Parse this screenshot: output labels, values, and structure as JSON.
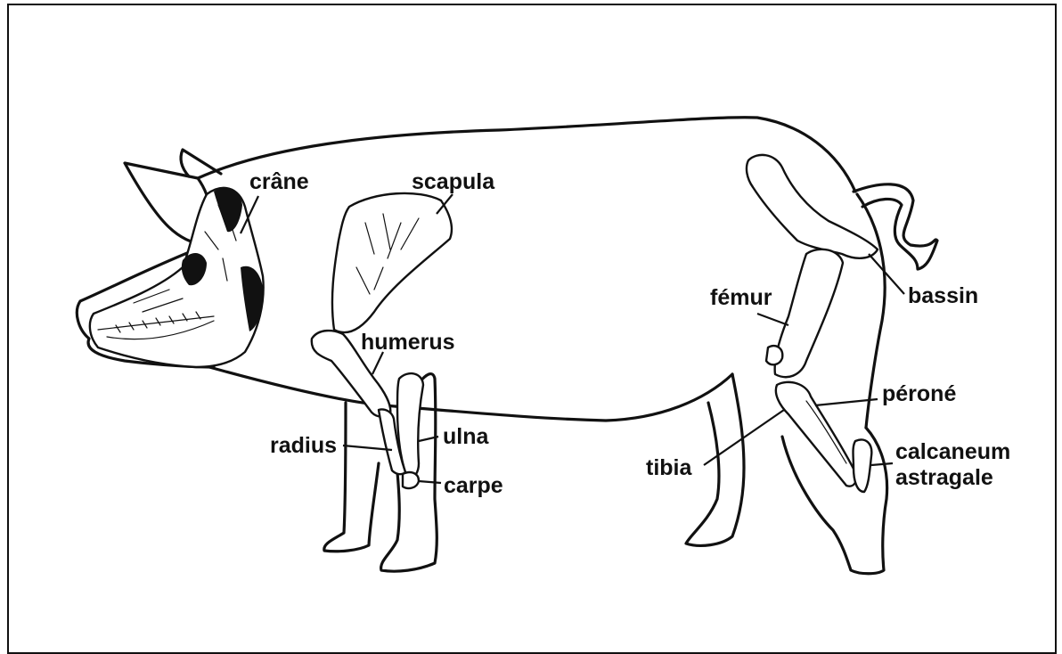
{
  "labels": {
    "crane": "crâne",
    "scapula": "scapula",
    "humerus": "humerus",
    "radius": "radius",
    "ulna": "ulna",
    "carpe": "carpe",
    "femur": "fémur",
    "bassin": "bassin",
    "perone": "péroné",
    "tibia": "tibia",
    "calcaneum": "calcaneum",
    "astragale": "astragale"
  }
}
